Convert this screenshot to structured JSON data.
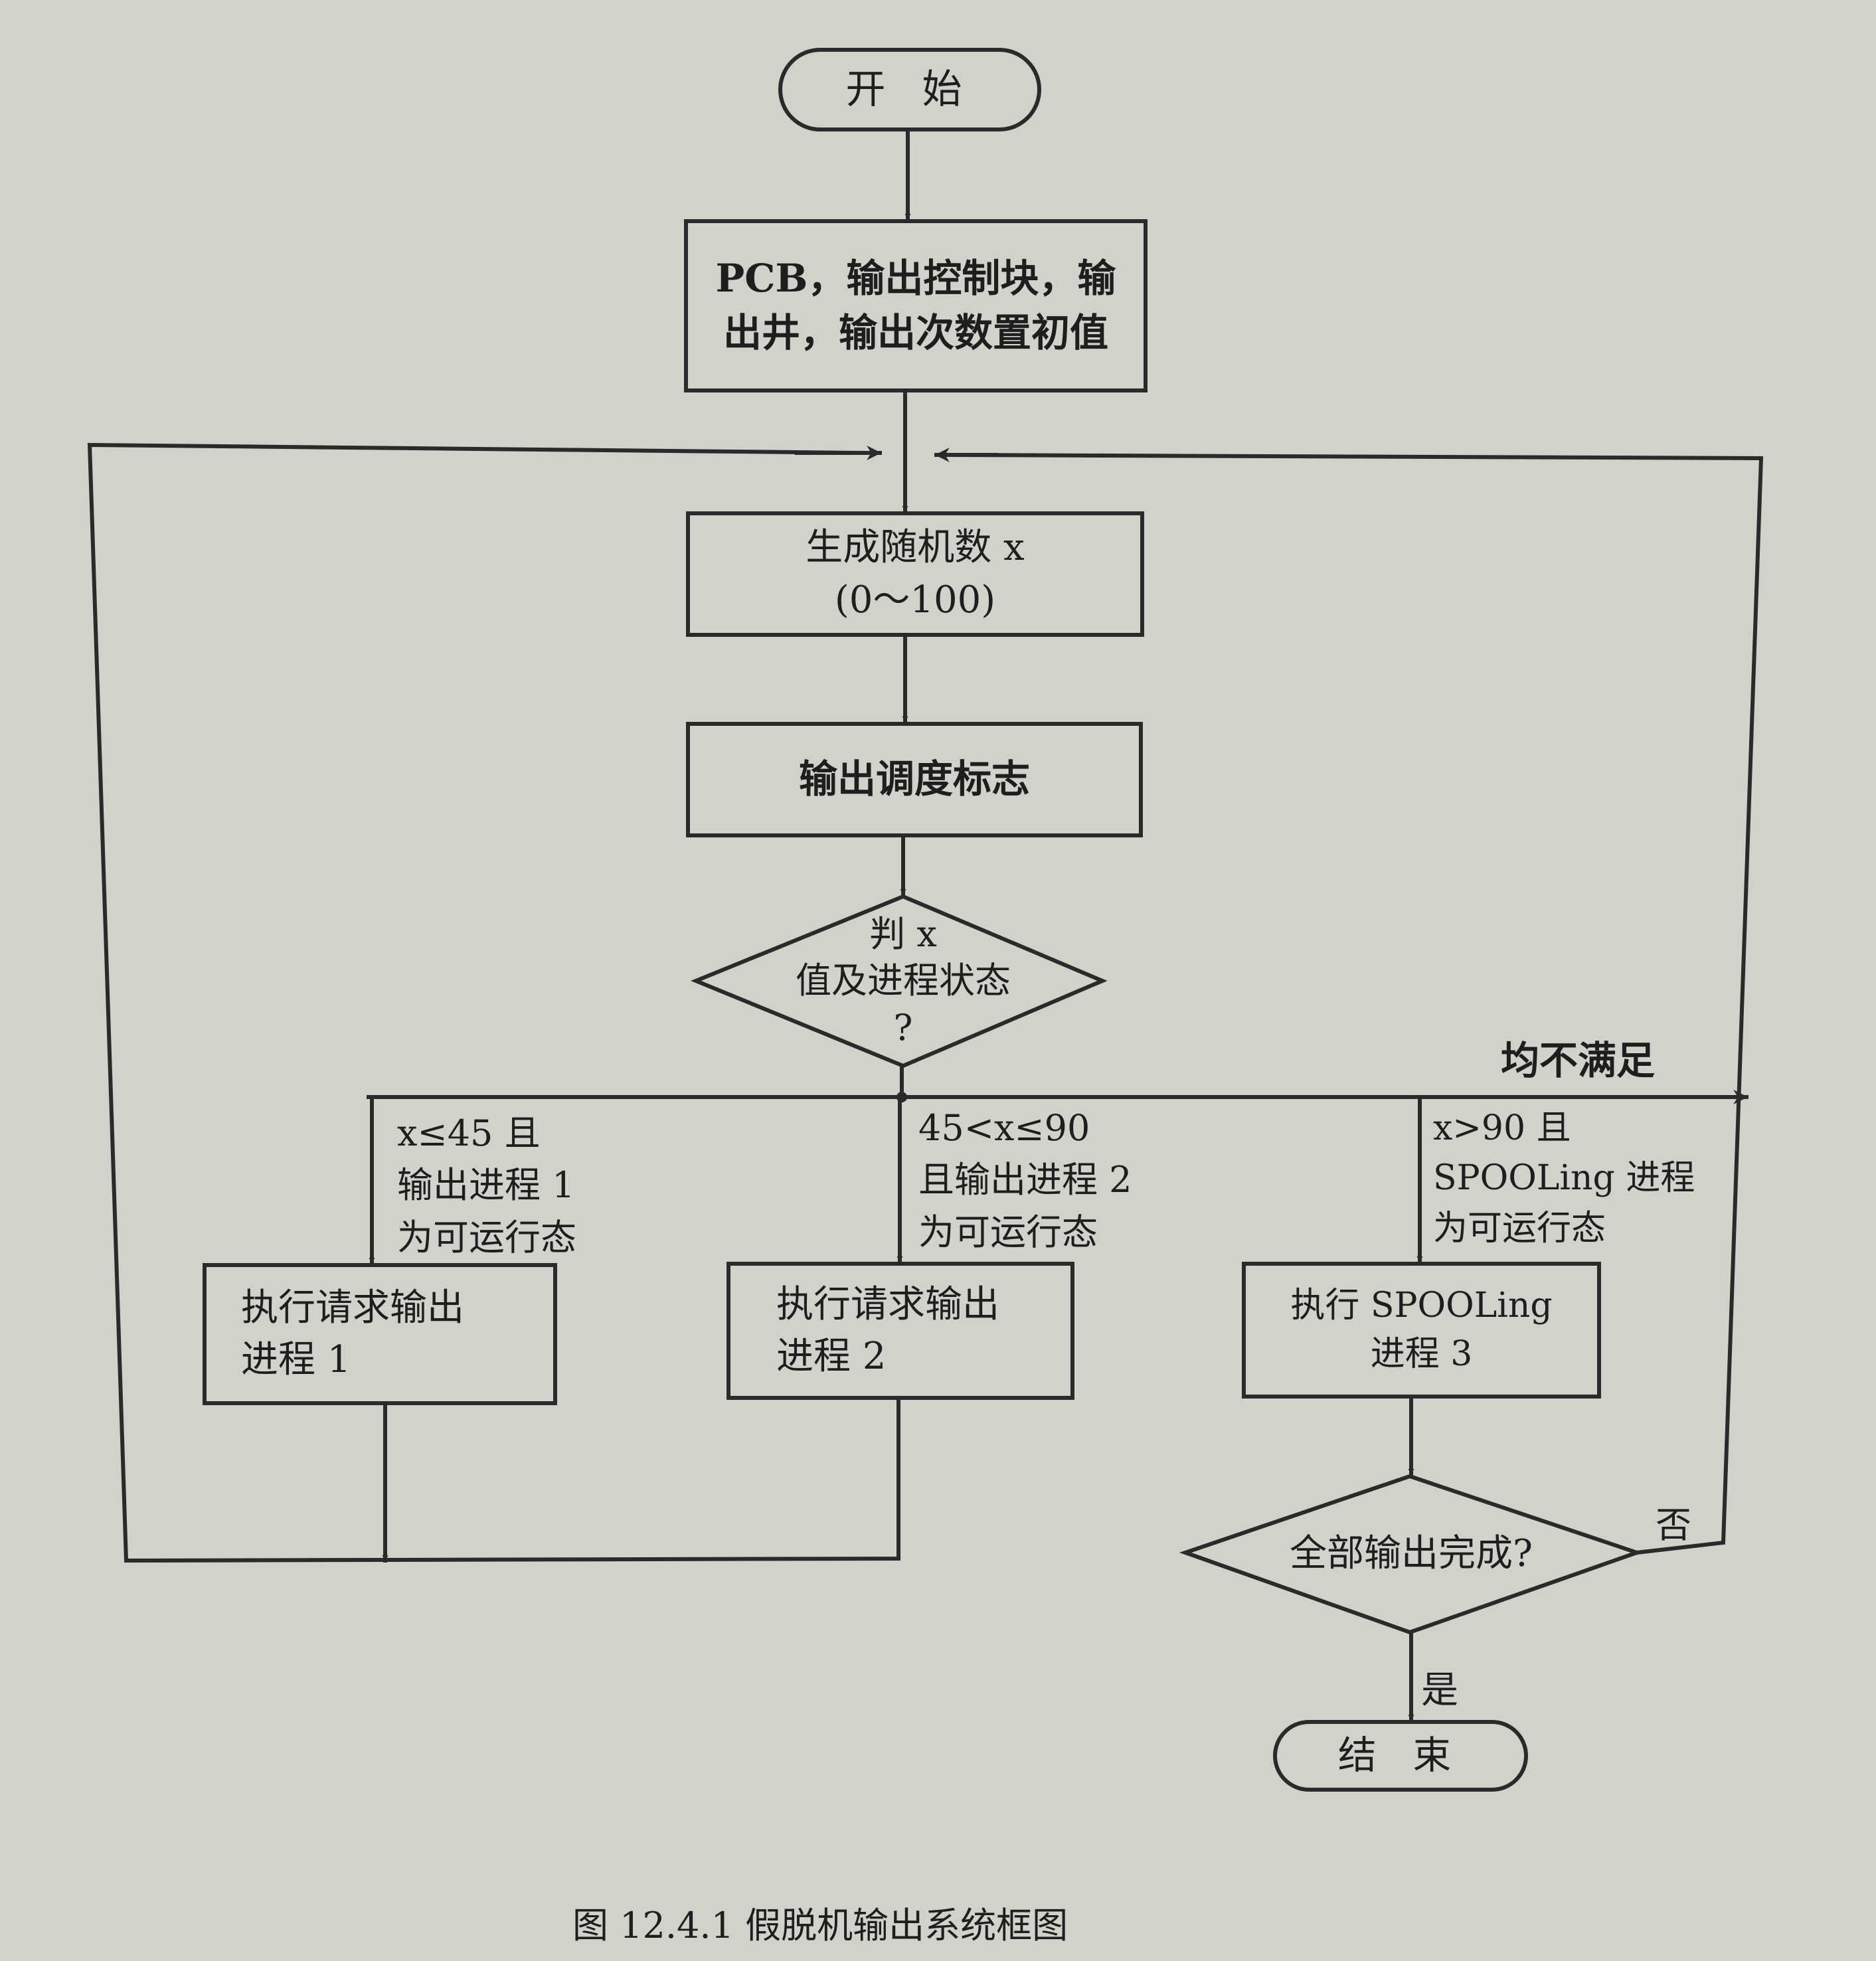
{
  "nodes": {
    "start": "开  始",
    "init": "PCB，输出控制块，输\n出井，输出次数置初值",
    "random": "生成随机数 x\n(0～100)",
    "dispatch": "输出调度标志",
    "judge": "判 x\n值及进程状态\n?",
    "proc1": "执行请求输出\n进程 1",
    "proc2": "执行请求输出\n进程 2",
    "proc3": "执行 SPOOLing\n进程 3",
    "done_check": "全部输出完成?",
    "end": "结  束"
  },
  "branch_labels": {
    "cond1": "x≤45 且\n输出进程 1\n为可运行态",
    "cond2": "45<x≤90\n且输出进程 2\n为可运行态",
    "cond3": "x>90 且\nSPOOLing 进程\n为可运行态",
    "none": "均不满足",
    "no": "否",
    "yes": "是"
  },
  "caption": "图 12.4.1   假脱机输出系统框图"
}
